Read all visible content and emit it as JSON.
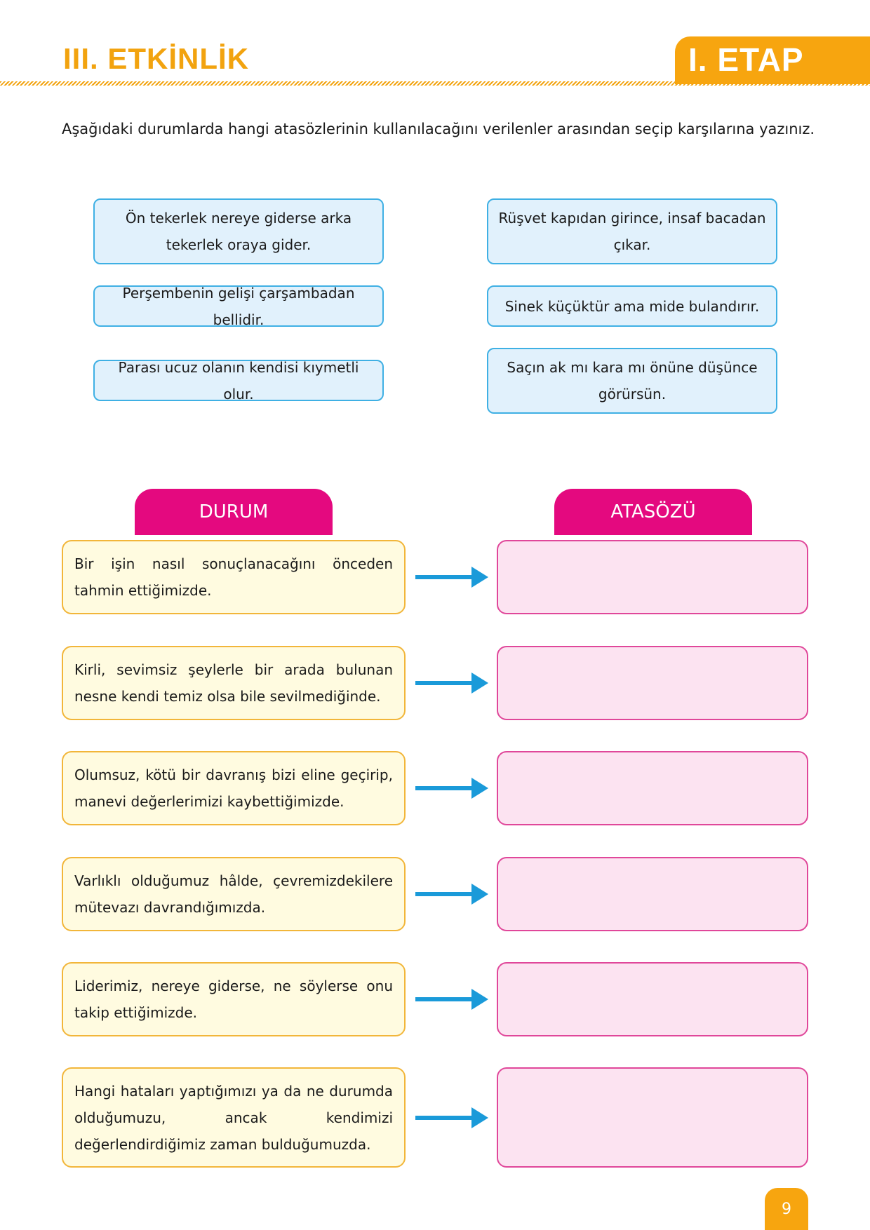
{
  "header": {
    "section_title": "III. ETKİNLİK",
    "stage_label": "I. ETAP",
    "accent_color": "#f2a30f"
  },
  "instruction": "Aşağıdaki durumlarda hangi atasözlerinin kullanılacağını verilenler arasından seçip karşılarına yazınız.",
  "proverbs": [
    "Ön tekerlek nereye giderse arka tekerlek oraya gider.",
    "Rüşvet kapıdan girince, insaf bacadan çıkar.",
    "Perşembenin gelişi çarşambadan bellidir.",
    "Sinek küçüktür ama mide bulandırır.",
    "Parası ucuz olanın kendisi kıymetli olur.",
    "Saçın ak mı kara mı önüne düşünce görürsün."
  ],
  "columns": {
    "situation_header": "DURUM",
    "proverb_header": "ATASÖZÜ"
  },
  "situations": [
    "Bir işin nasıl sonuçlanacağını önceden tahmin ettiğimizde.",
    "Kirli, sevimsiz şeylerle bir arada bulunan nesne kendi temiz olsa bile sevilmediğinde.",
    "Olumsuz, kötü bir davranış bizi eline geçirip, manevi değerlerimizi kaybettiğimizde.",
    "Varlıklı olduğumuz hâlde, çevremizdekilere mütevazı davrandığımızda.",
    "Liderimiz, nereye giderse, ne söylerse onu takip ettiğimizde.",
    "Hangi hataları yaptığımızı ya da ne durumda olduğumuzu, ancak kendimizi değerlendirdiğimiz zaman bulduğumuzda."
  ],
  "answers": [
    "",
    "",
    "",
    "",
    "",
    ""
  ],
  "icons": {
    "arrow": "arrow-right-icon"
  },
  "colors": {
    "proverb_bg": "#e1f1fc",
    "header_pink": "#e4097f",
    "arrow_blue": "#1a9ad9"
  },
  "page_number": "9"
}
